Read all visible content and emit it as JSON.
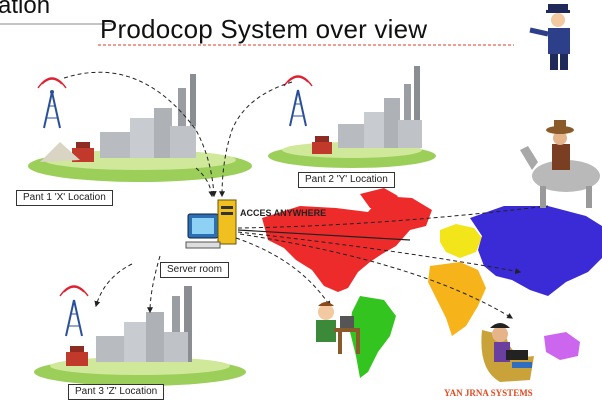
{
  "header": {
    "corner_text": "ation",
    "title": "Prodocop System over view"
  },
  "labels": {
    "plant1": "Pant 1 'X' Location",
    "plant2": "Pant 2 'Y' Location",
    "plant3": "Pant 3 'Z' Location",
    "server": "Server room",
    "access": "ACCES ANYWHERE",
    "brand": "YAN JRNA SYSTEMS"
  },
  "colors": {
    "title_underline": "#e03a2a",
    "north_america": "#ee2b2b",
    "south_america": "#33c41f",
    "europe": "#f2e51a",
    "africa": "#f7b31a",
    "asia": "#3b2bd6",
    "australia": "#cc66ee",
    "brand": "#e24a1f"
  }
}
